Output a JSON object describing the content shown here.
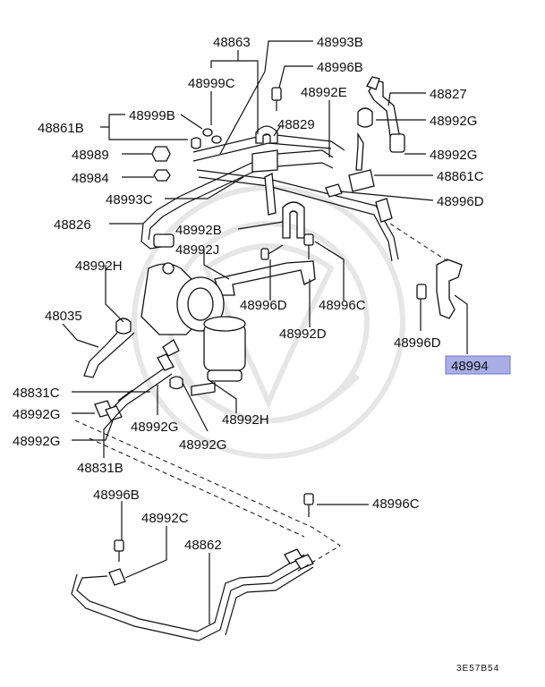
{
  "labels": {
    "l48863": "48863",
    "l48993B": "48993B",
    "l48996B_top": "48996B",
    "l48999C": "48999C",
    "l48992E": "48992E",
    "l48827": "48827",
    "l48861B": "48861B",
    "l48999B": "48999B",
    "l48829": "48829",
    "l48992G_1": "48992G",
    "l48989": "48989",
    "l48992G_2": "48992G",
    "l48984": "48984",
    "l48861C": "48861C",
    "l48993C": "48993C",
    "l48996D_1": "48996D",
    "l48826": "48826",
    "l48992B": "48992B",
    "l48992J": "48992J",
    "l48992H_1": "48992H",
    "l48996D_2": "48996D",
    "l48996C_1": "48996C",
    "l48035": "48035",
    "l48992D": "48992D",
    "l48996D_3": "48996D",
    "l48994": "48994",
    "l48831C": "48831C",
    "l48992G_3": "48992G",
    "l48992H_2": "48992H",
    "l48992G_4": "48992G",
    "l48992G_5": "48992G",
    "l48992G_6": "48992G",
    "l48831B": "48831B",
    "l48996B_bot": "48996B",
    "l48996C_2": "48996C",
    "l48992C": "48992C",
    "l48862": "48862"
  },
  "highlight_color": "#a9aee6",
  "drawing_code": "3E57B54"
}
